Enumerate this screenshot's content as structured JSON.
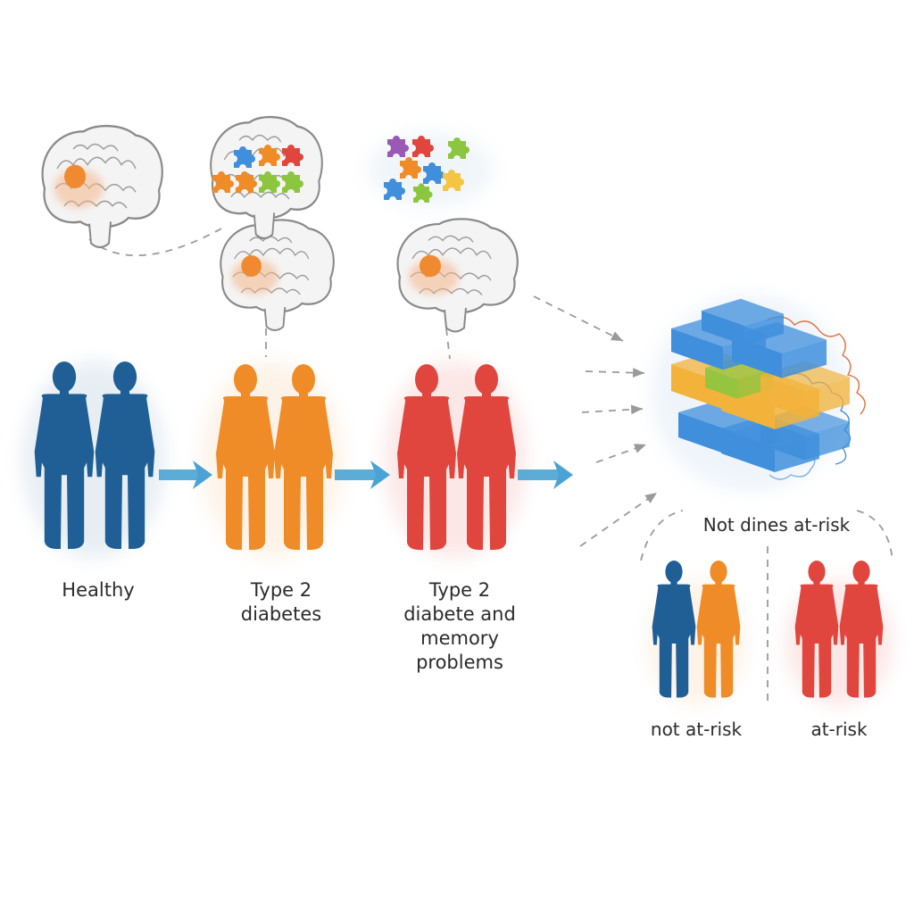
{
  "diagram": {
    "stages": [
      {
        "id": "healthy",
        "label_lines": [
          "Healthy"
        ],
        "color": "#1f5f96"
      },
      {
        "id": "type2",
        "label_lines": [
          "Type 2",
          "diabetes"
        ],
        "color": "#f08c28"
      },
      {
        "id": "type2_memory",
        "label_lines": [
          "Type 2",
          "diabete and",
          "memory",
          "problems"
        ],
        "color": "#e0463e"
      }
    ],
    "summary_label": "Not dines at-risk",
    "outcomes": [
      {
        "id": "not_at_risk",
        "label": "not at-risk",
        "colors": [
          "#1f5f96",
          "#f08c28"
        ]
      },
      {
        "id": "at_risk",
        "label": "at-risk",
        "colors": [
          "#e0463e",
          "#e0463e"
        ]
      }
    ],
    "colors": {
      "arrow": "#4aa3d4",
      "dashed": "#9a9a9a",
      "brain_outline": "#8a8a8a",
      "brain_spot": "#f08a30",
      "cube_blue": "#3f8fdc",
      "cube_yellow": "#f3b33a",
      "cube_green": "#8cc63f",
      "puzzle_colors": [
        "#3f8fdc",
        "#f08c28",
        "#8cc63f",
        "#e0463e",
        "#9b59b6",
        "#f5c542"
      ]
    }
  }
}
